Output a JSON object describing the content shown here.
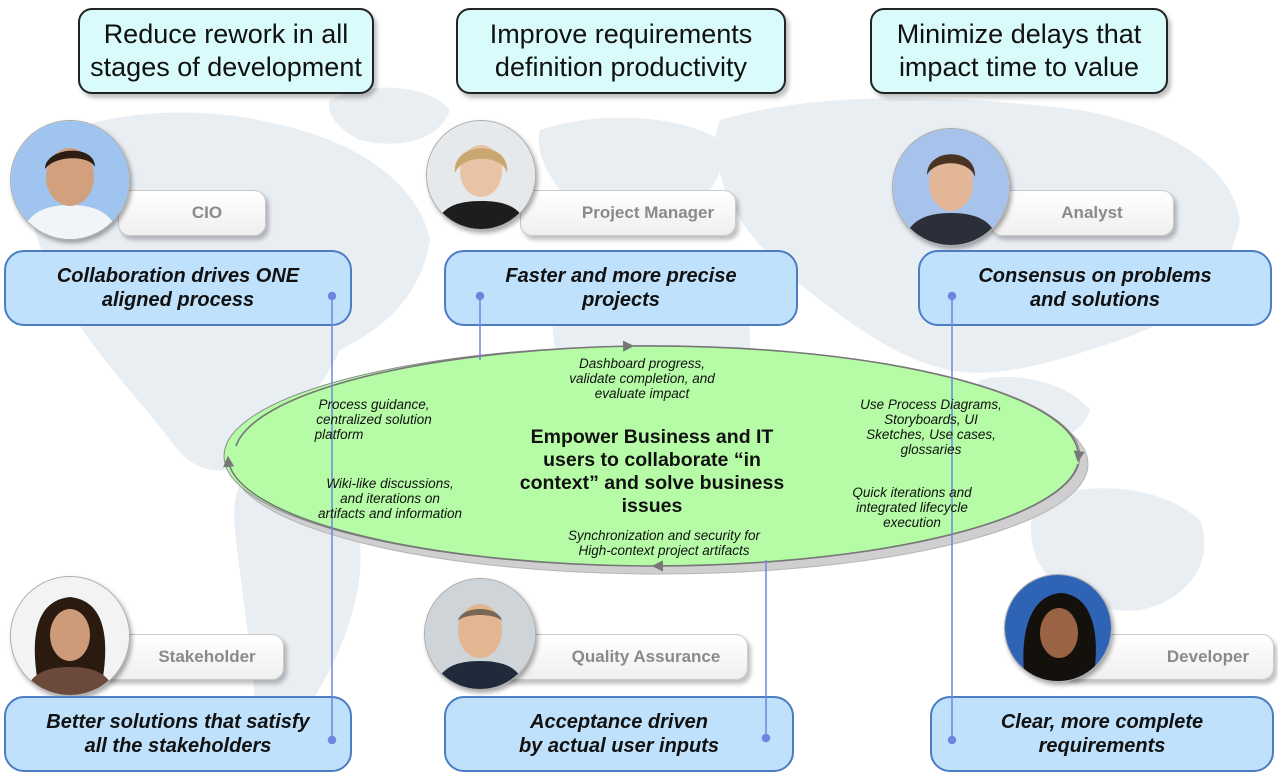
{
  "goals": [
    {
      "line1": "Reduce rework in all",
      "line2": "stages of development"
    },
    {
      "line1": "Improve requirements",
      "line2": "definition productivity"
    },
    {
      "line1": "Minimize delays that",
      "line2": "impact time to value"
    }
  ],
  "roles": {
    "cio": "CIO",
    "project_manager": "Project Manager",
    "analyst": "Analyst",
    "stakeholder": "Stakeholder",
    "quality_assurance": "Quality Assurance",
    "developer": "Developer"
  },
  "benefits": {
    "cio": {
      "line1": "Collaboration drives ONE",
      "line2": "aligned process"
    },
    "project_manager": {
      "line1": "Faster and more precise",
      "line2": "projects"
    },
    "analyst": {
      "line1": "Consensus on problems",
      "line2": "and solutions"
    },
    "stakeholder": {
      "line1": "Better solutions that satisfy",
      "line2": "all the stakeholders"
    },
    "quality_assurance": {
      "line1": "Acceptance driven",
      "line2": "by actual  user inputs"
    },
    "developer": {
      "line1": "Clear, more complete",
      "line2": "requirements"
    }
  },
  "cycle": {
    "center": {
      "line1": "Empower Business and IT",
      "line2": "users to collaborate “in",
      "line3": "context” and solve business",
      "line4": "issues"
    },
    "process_guidance": {
      "line1": "Process guidance,",
      "line2": "centralized solution",
      "line3": "platform"
    },
    "dashboard": {
      "line1": "Dashboard progress,",
      "line2": "validate completion, and",
      "line3": "evaluate impact"
    },
    "process_diagrams": {
      "line1": "Use Process Diagrams,",
      "line2": "Storyboards, UI",
      "line3": "Sketches, Use cases,",
      "line4": "glossaries"
    },
    "wiki": {
      "line1": "Wiki-like discussions,",
      "line2": "and iterations on",
      "line3": "artifacts and information"
    },
    "quick_iterations": {
      "line1": "Quick iterations and",
      "line2": "integrated lifecycle",
      "line3": "execution"
    },
    "synchronization": {
      "line1": "Synchronization and security for",
      "line2": "High-context project artifacts"
    }
  },
  "colors": {
    "goal_fill": "#d9fbfb",
    "benefit_fill": "#bfe1fb",
    "benefit_border": "#4b7cc4",
    "ellipse_fill": "#b6fca6",
    "arrow": "#777777"
  },
  "icons": [
    "world-map",
    "cio-portrait",
    "project-manager-portrait",
    "analyst-portrait",
    "stakeholder-portrait",
    "quality-assurance-portrait",
    "developer-portrait"
  ]
}
